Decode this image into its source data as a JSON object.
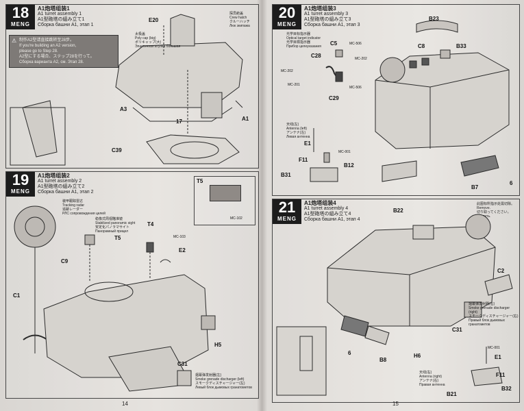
{
  "pages": {
    "left_number": "14",
    "right_number": "15"
  },
  "steps": [
    {
      "id": "18",
      "logo": "MENG",
      "title_cn": "A1炮塔组装1",
      "title_en": "A1 turret assembly 1",
      "title_jp": "A1型砲塔の組み立て1",
      "title_ru": "Сборка башни A1, этап 1",
      "note_lines": [
        "制作A2型请直接跳转至28步。",
        "If you're building an A2 version,",
        "please go to Step 28.",
        "A2型にする場合、ステップ28を行って。",
        "Сборка варианта A2, см. Этап 28."
      ],
      "labels": [
        "E20",
        "A3",
        "A1",
        "C39",
        "17"
      ],
      "callout_texts": [
        "探员舱盖",
        "Crew hatch",
        "クルーハッチ",
        "Люк экипажа",
        "太极盖",
        "Poly cap (big)",
        "ポリキャップ(大)",
        "Эластичная втулка большая"
      ]
    },
    {
      "id": "19",
      "logo": "MENG",
      "title_cn": "A1炮塔组装2",
      "title_en": "A1 turret assembly 2",
      "title_jp": "A1型砲塔の組み立て2",
      "title_ru": "Сборка башни A1, этап 2",
      "labels": [
        "C9",
        "C1",
        "T5",
        "T4",
        "E2",
        "H5",
        "C31",
        "T5"
      ],
      "paints": [
        "MC-102",
        "MC-103"
      ],
      "callout_texts": [
        "装甲跟踪雷达",
        "Tracking radar",
        "追跡レーダー",
        "РЛС сопровождения целей",
        "稳像式周视瞄准镜",
        "Stabilized panoramic sight",
        "安定化パノラマサイト",
        "Панорамный прицел",
        "烟幕弹发射器(左)",
        "Smoke grenade discharger (left)",
        "スモークディスチャージャー(左)",
        "Левый блок дымовых гранатометов"
      ]
    },
    {
      "id": "20",
      "logo": "MENG",
      "title_cn": "A1炮塔组装3",
      "title_en": "A1 turret assembly 3",
      "title_jp": "A1型砲塔の組み立て3",
      "title_ru": "Сборка башни A1, этап 3",
      "labels": [
        "C5",
        "C28",
        "C29",
        "B23",
        "C8",
        "B33",
        "E1",
        "F11",
        "B12",
        "B31",
        "B7",
        "6"
      ],
      "paints": [
        "MC-506",
        "MC-202",
        "MC-202",
        "MC-201",
        "MC-506",
        "MC-001"
      ],
      "callout_texts": [
        "光学目标指示器",
        "Optical target indicator",
        "光学目標指示器",
        "Прибор целеуказания",
        "天线(左)",
        "Antenna (left)",
        "アンテナ(左)",
        "Левая антенна"
      ]
    },
    {
      "id": "21",
      "logo": "MENG",
      "title_cn": "A1炮塔组装4",
      "title_en": "A1 turret assembly 4",
      "title_jp": "A1型砲塔の組み立て4",
      "title_ru": "Сборка башни A1, этап 4",
      "labels": [
        "B22",
        "C2",
        "C31",
        "B8",
        "H6",
        "E1",
        "F11",
        "B21",
        "B32",
        "6"
      ],
      "paints": [
        "MC-001"
      ],
      "callout_texts": [
        "此图标所指示处需切除。",
        "Remove.",
        "切り取ってください。",
        "Удалить.",
        "烟幕弹发射器(右)",
        "Smoke grenade discharger (right)",
        "スモークディスチャージャー(右)",
        "Правый блок дымовых гранатометов",
        "天线(右)",
        "Antenna (right)",
        "アンテナ(右)",
        "Правая антенна"
      ]
    }
  ],
  "colors": {
    "badge": "#1c1c1c",
    "note_bg": "#7e7a77",
    "paper": "#e3e0dc"
  }
}
